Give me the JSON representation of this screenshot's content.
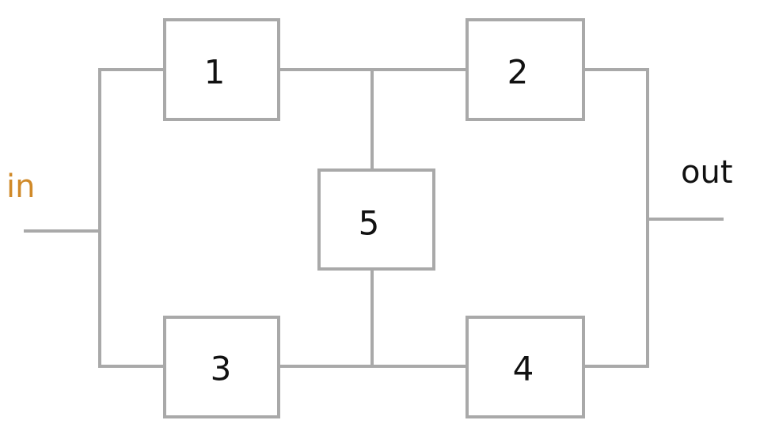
{
  "diagram": {
    "input_label": "in",
    "output_label": "out",
    "blocks": [
      {
        "id": "1",
        "label": "1"
      },
      {
        "id": "2",
        "label": "2"
      },
      {
        "id": "3",
        "label": "3"
      },
      {
        "id": "4",
        "label": "4"
      },
      {
        "id": "5",
        "label": "5"
      }
    ],
    "colors": {
      "wire": "#a9a9a9",
      "box_border": "#a9a9a9",
      "text": "#111111",
      "input_text": "#d08a2a"
    }
  }
}
